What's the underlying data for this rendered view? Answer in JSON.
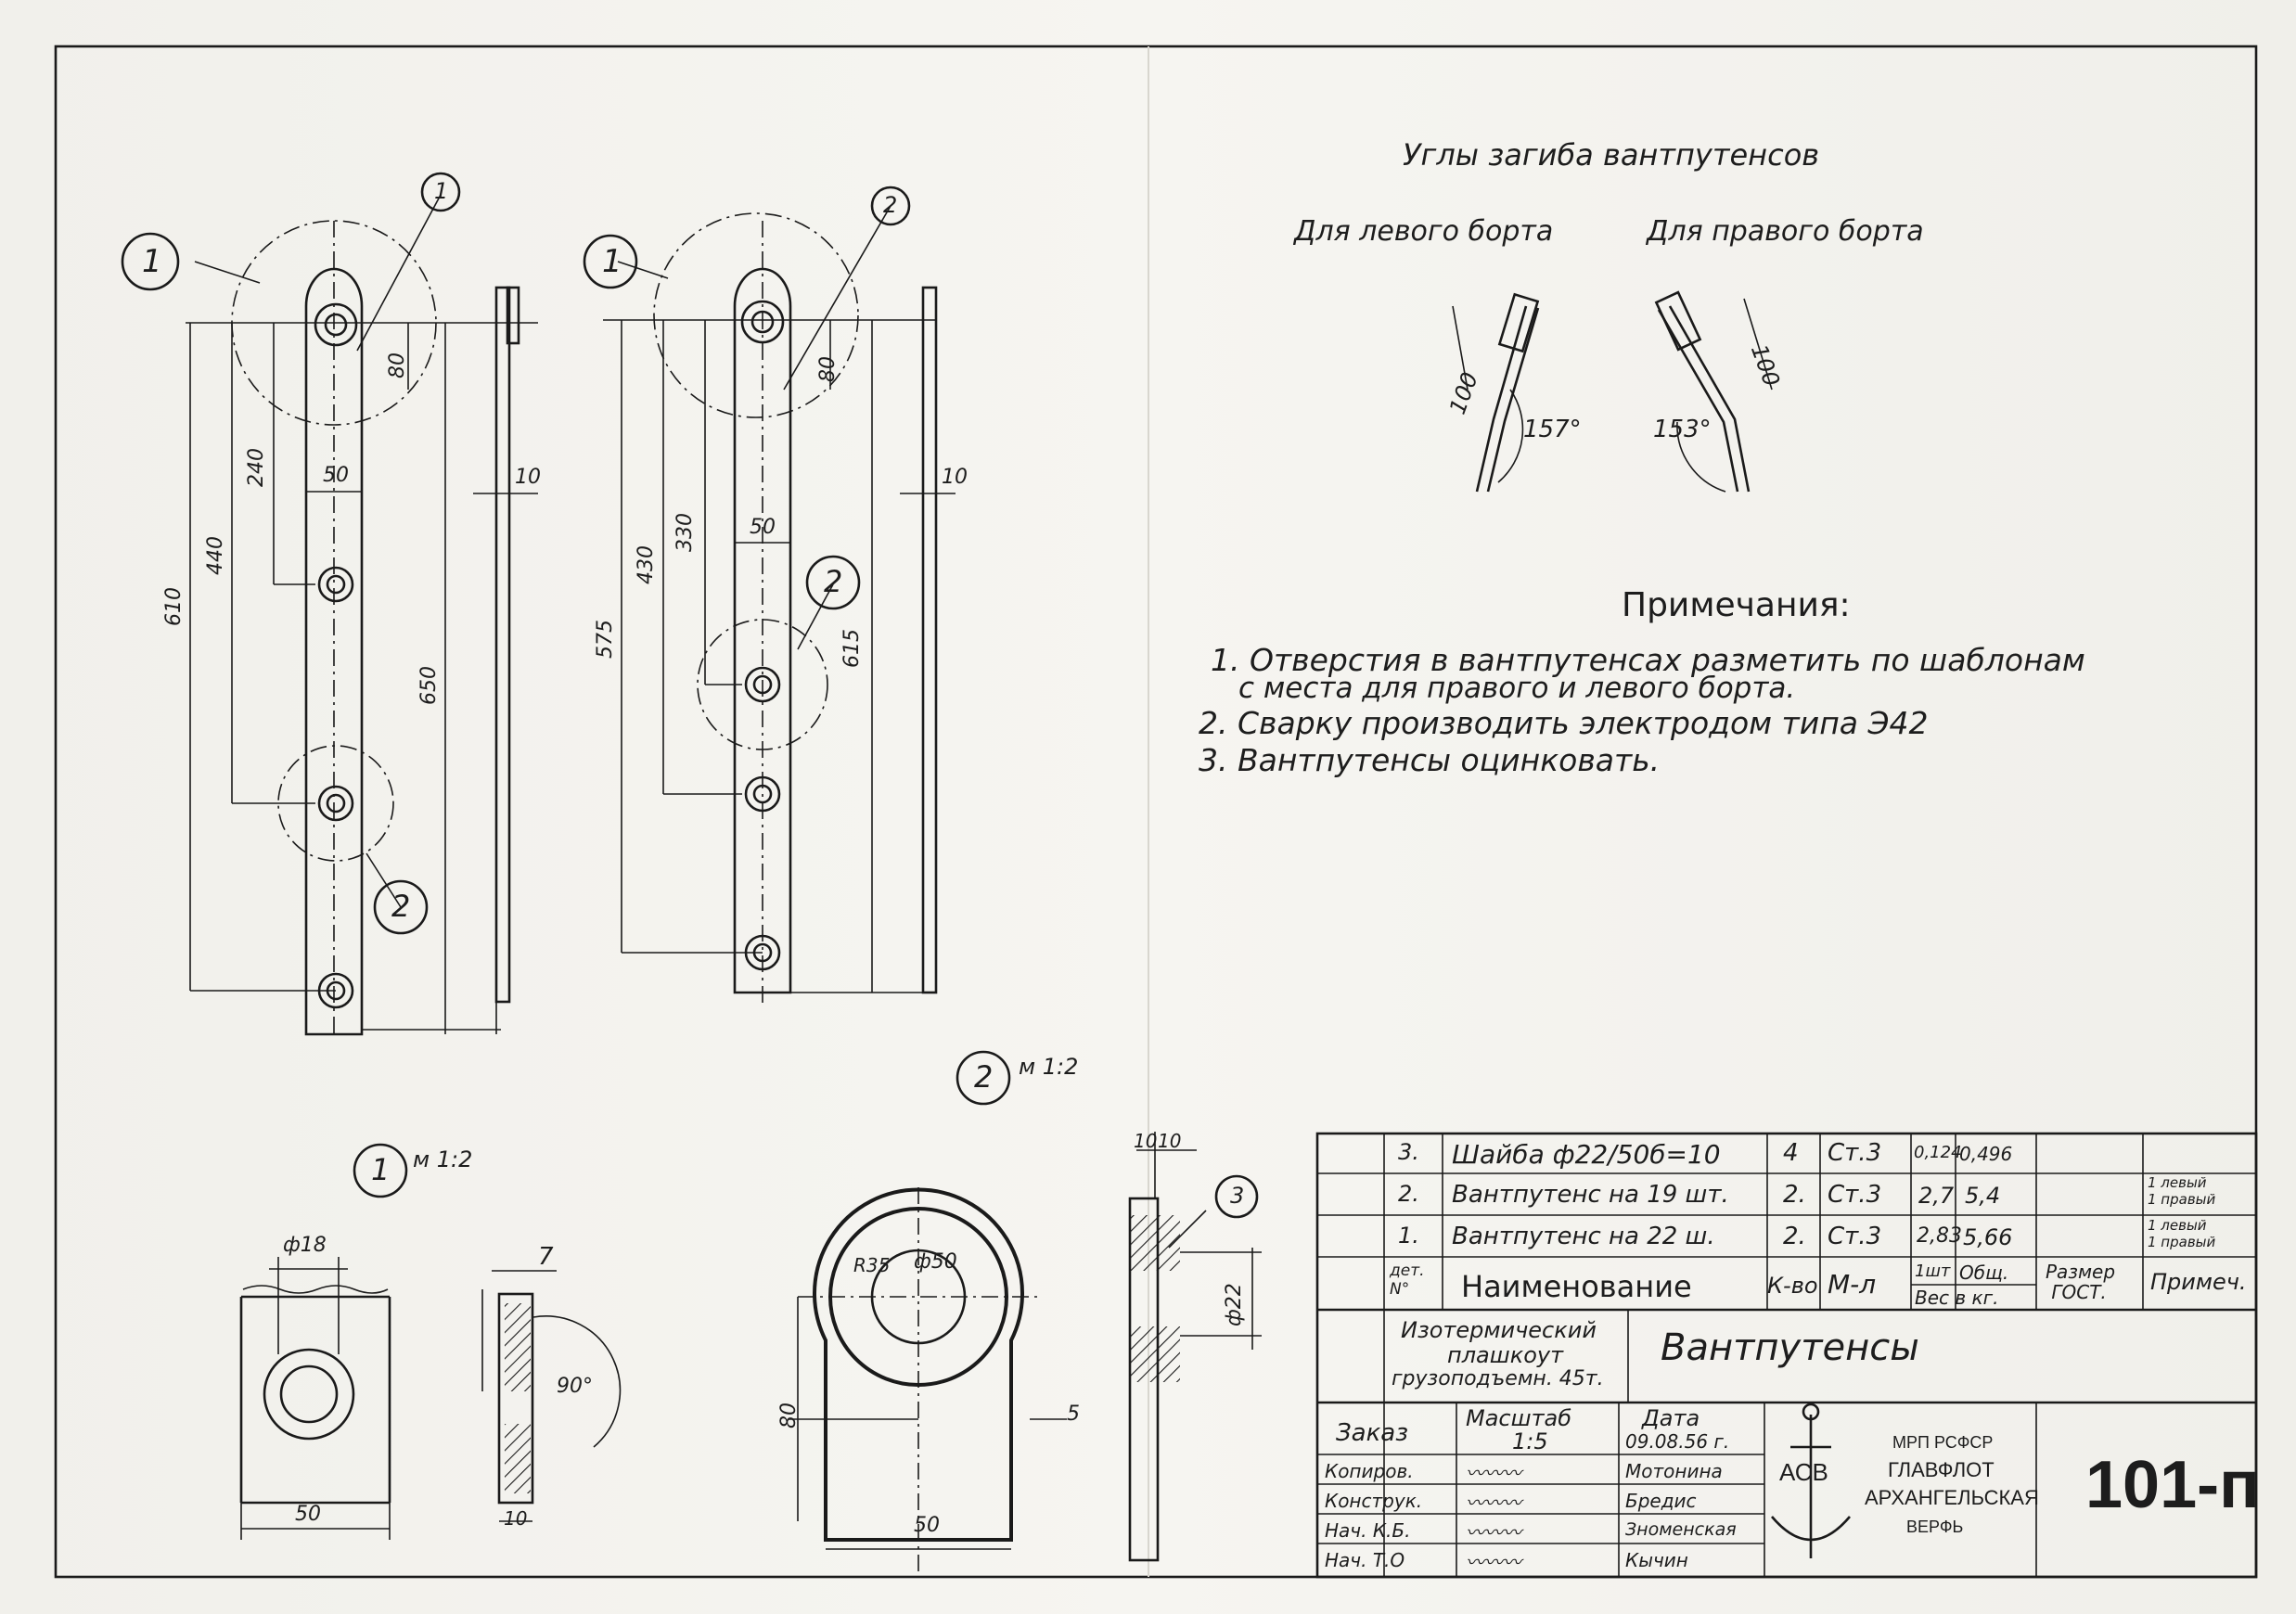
{
  "angles": {
    "title": "Углы загиба вантпутенсов",
    "left_board": "Для левого борта",
    "right_board": "Для правого борта",
    "left_length": "100",
    "right_length": "100",
    "left_angle": "157°",
    "right_angle": "153°"
  },
  "notes": {
    "title": "Примечания:",
    "items": [
      "1. Отверстия  в вантпутенсах разметить по шаблонам",
      "с места  для  правого и левого борта.",
      "2. Сварку производить электродом  типа  Э42",
      "3. Вантпутенсы  оцинковать."
    ]
  },
  "left_part": {
    "callout_a": "1",
    "callout_b": "1",
    "callout_c": "2",
    "dims": {
      "d80": "80",
      "d240": "240",
      "d440": "440",
      "d610": "610",
      "d650": "650",
      "d50": "50",
      "d10": "10"
    }
  },
  "right_part": {
    "callout_a": "1",
    "callout_b": "2",
    "callout_c": "2",
    "dims": {
      "d80": "80",
      "d330": "330",
      "d430": "430",
      "d575": "575",
      "d615": "615",
      "d50": "50",
      "d10": "10"
    }
  },
  "detail1": {
    "callout": "1",
    "scale": "м 1:2",
    "dia": "ф18",
    "width": "50",
    "thick": "7",
    "thick2": "10",
    "angle": "90°"
  },
  "detail2": {
    "callout": "2",
    "scale": "м 1:2",
    "r": "R35",
    "dia": "ф50",
    "h": "80",
    "w": "50",
    "weld": "5",
    "t1": "10",
    "t2": "10",
    "hole": "ф22",
    "mark": "3"
  },
  "spec": {
    "rows": [
      {
        "pos": "3.",
        "name": "Шайба ф22/50б=10",
        "qty": "4",
        "mat": "Ст.3",
        "w1": "0,124",
        "w2": "0,496",
        "gost": "",
        "note": ""
      },
      {
        "pos": "2.",
        "name": "Вантпутенс на 19 шт.",
        "qty": "2.",
        "mat": "Ст.3",
        "w1": "2,7",
        "w2": "5,4",
        "gost": "",
        "note": "1 левый\n1 правый"
      },
      {
        "pos": "1.",
        "name": "Вантпутенс на 22 ш.",
        "qty": "2.",
        "mat": "Ст.3",
        "w1": "2,83",
        "w2": "5,66",
        "gost": "",
        "note": "1 левый\n1 правый"
      }
    ],
    "head": {
      "pos": "дет.\nN°",
      "name": "Наименование",
      "qty": "К-во",
      "mat": "М-л",
      "w1": "1шт",
      "w2": "Общ.",
      "wlabel": "Вес в кг.",
      "gost": "Размер\nГОСТ.",
      "note": "Примеч."
    }
  },
  "title_block": {
    "object": [
      "Изотермический",
      "плашкоут",
      "грузоподъемн. 45т."
    ],
    "drawing_title": "Вантпутенсы",
    "order_label": "Заказ",
    "scale_label": "Масштаб",
    "scale_value": "1:5",
    "date_label": "Дата",
    "date_value": "09.08.56 г.",
    "roles": [
      "Копиров.",
      "Конструк.",
      "Нач. К.Б.",
      "Нач. Т.О"
    ],
    "names": [
      "Мотонина",
      "Бредис",
      "Зноменская",
      "Кычин"
    ],
    "org": [
      "МРП РСФСР",
      "ГЛАВФЛОТ",
      "АРХАНГЕЛЬСКАЯ",
      "ВЕРФЬ"
    ],
    "logo": "АСВ",
    "sheet_number": "101-п"
  }
}
